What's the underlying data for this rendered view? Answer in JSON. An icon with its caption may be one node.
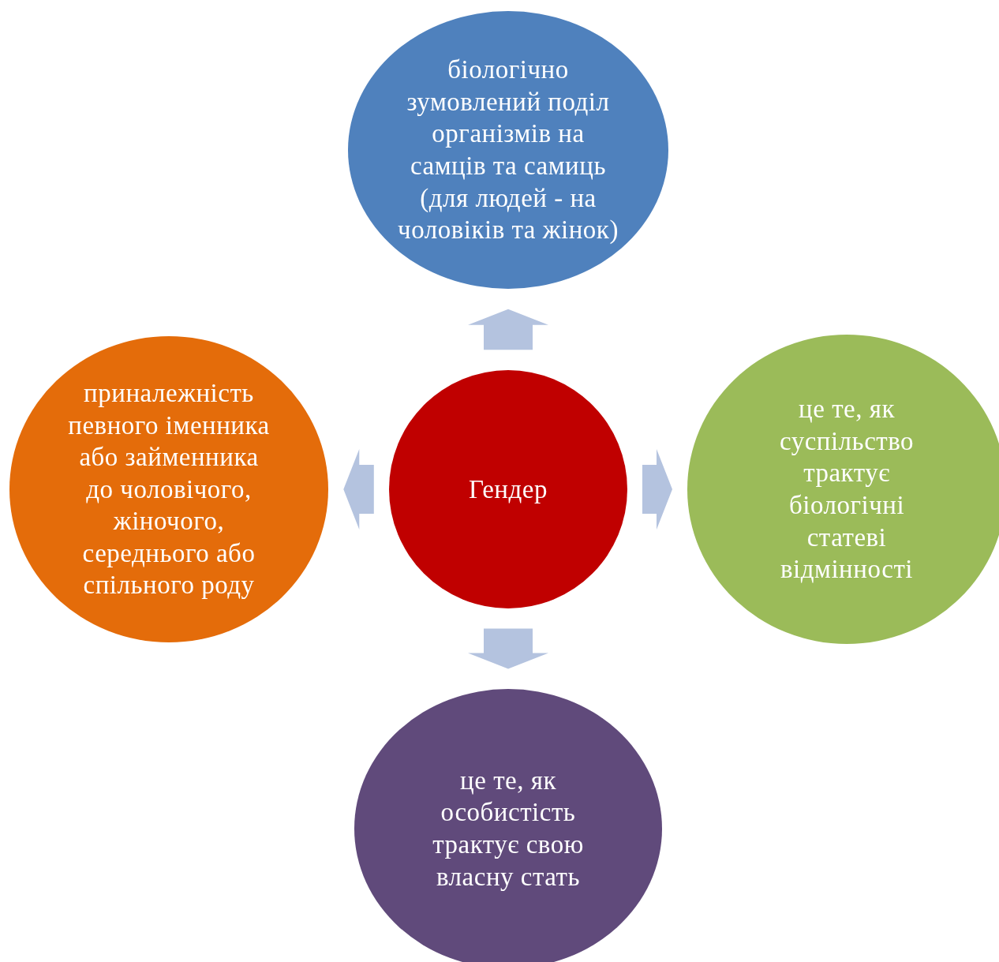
{
  "diagram": {
    "nodes": [
      {
        "text": [
          "біологічно зумовлений поділ організмів на самців та самиць (для людей - на чоловіків та жінок)"
        ]
      },
      {
        "text": [
          "приналежність певного іменника або займенника до чоловічого, жіночого, середнього або спільного роду"
        ]
      },
      {
        "text": [
          "Гендер"
        ]
      },
      {
        "text": [
          "це те, як суспільство трактує біологічні статеві відмінності"
        ]
      },
      {
        "text": [
          "це те, як особистість трактує свою власну стать"
        ]
      }
    ],
    "edges": [
      {
        "from": 2,
        "to": 0,
        "arrow": "to"
      },
      {
        "from": 2,
        "to": 1,
        "arrow": "to"
      },
      {
        "from": 2,
        "to": 3,
        "arrow": "to"
      },
      {
        "from": 2,
        "to": 4,
        "arrow": "to"
      }
    ]
  }
}
